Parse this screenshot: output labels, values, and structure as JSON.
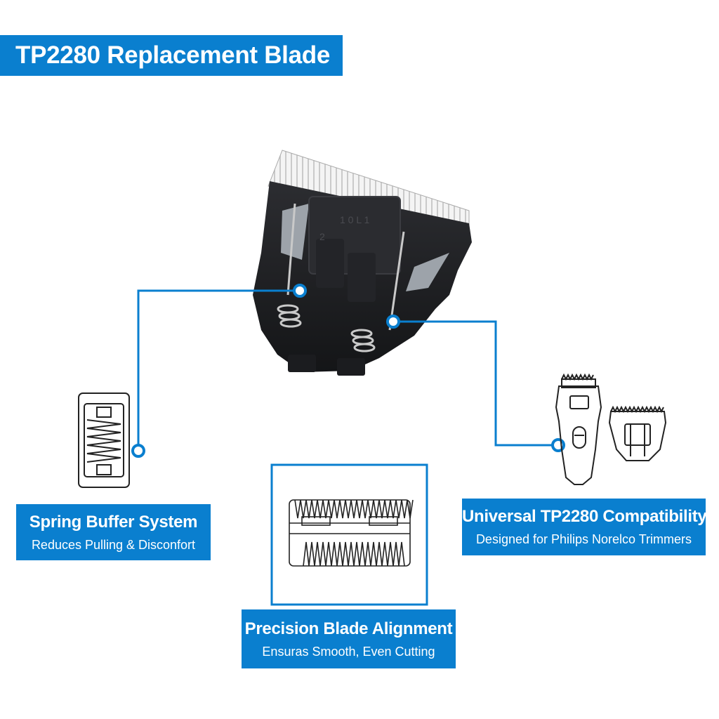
{
  "title": "TP2280 Replacement Blade",
  "colors": {
    "accent": "#0a7fcf",
    "blade_body": "#1e1f22",
    "blade_teeth": "#f2f2f2"
  },
  "product": {
    "blade_marking": "1 0 L 1",
    "blade_number": "2"
  },
  "callouts": {
    "spring": {
      "heading": "Spring Buffer System",
      "subtext": "Reduces Pulling & Disconfort",
      "icon": "spring-icon"
    },
    "compatibility": {
      "heading": "Universal TP2280 Compatibility",
      "subtext": "Designed for Philips Norelco Trimmers",
      "icon": "trimmer-icon"
    },
    "precision": {
      "heading": "Precision Blade Alignment",
      "subtext": "Ensuras Smooth, Even Cutting",
      "icon": "blade-teeth-icon"
    }
  }
}
